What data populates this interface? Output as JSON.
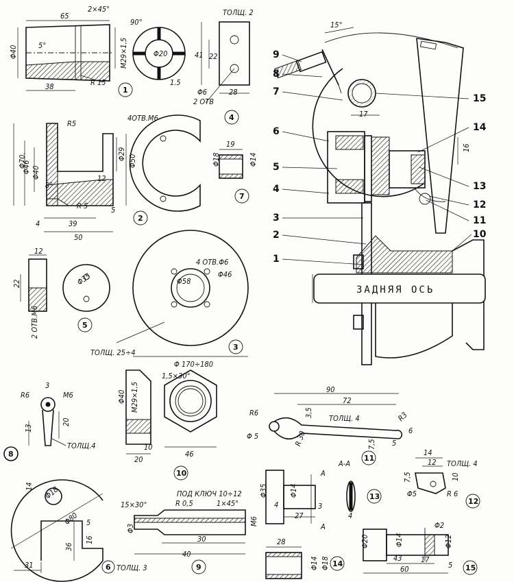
{
  "axle_label": "ЗАДНЯЯ ОСЬ",
  "callouts": [
    "1",
    "2",
    "3",
    "4",
    "5",
    "6",
    "7",
    "8",
    "9",
    "10",
    "11",
    "12",
    "13",
    "14",
    "15"
  ],
  "parts": {
    "p1": {
      "num": "1",
      "dims": [
        "65",
        "2×45°",
        "Φ40",
        "5°",
        "M29×1,5",
        "38",
        "R 15"
      ]
    },
    "p2": {
      "num": "2",
      "dims": [
        "R5",
        "Φ70.",
        "Φ46",
        "Φ40",
        "Φ29",
        "Φ50",
        "8°",
        "12",
        "R 5",
        "5",
        "4",
        "39",
        "50"
      ]
    },
    "p3": {
      "num": "3",
      "dims": [
        "4 ОТВ.Φ6",
        "Φ58",
        "Φ46",
        "ТОЛЩ. 25÷4",
        "Φ 170÷180"
      ]
    },
    "p4": {
      "num": "4",
      "dims": [
        "ТОЛЩ. 2",
        "41",
        "22",
        "Φ6",
        "28",
        "2 ОТВ"
      ]
    },
    "p5": {
      "num": "5",
      "dims": [
        "12",
        "22",
        "Φ35",
        "2 ОТВ.М6"
      ]
    },
    "p6": {
      "num": "6",
      "dims": [
        "14",
        "Φ18",
        "Φ80",
        "5",
        "16",
        "36",
        "31",
        "ТОЛЩ. 3"
      ]
    },
    "p7": {
      "num": "7",
      "dims": [
        "19",
        "Φ18",
        "Φ14"
      ]
    },
    "p7a": {
      "dims": [
        "90°",
        "Φ20",
        "1.5"
      ]
    },
    "p7b": {
      "dims": [
        "4ОТВ.М6"
      ]
    },
    "p8": {
      "num": "8",
      "dims": [
        "3",
        "R6",
        "M6",
        "13",
        "20",
        "ТОЛЩ.4"
      ]
    },
    "p9": {
      "num": "9",
      "dims": [
        "15×30°",
        "ПОД КЛЮЧ 10÷12",
        "R 0,5",
        "1×45°",
        "Φ3",
        "M6",
        "30",
        "40"
      ]
    },
    "p10": {
      "num": "10",
      "dims": [
        "1,5×30°",
        "Φ40",
        "M29×1,5",
        "10",
        "20",
        "46"
      ]
    },
    "p11": {
      "num": "11",
      "dims": [
        "90",
        "72",
        "R6",
        "3,5",
        "ТОЛЩ. 4",
        "R3",
        "6",
        "Φ 5",
        "R 30",
        "7,5",
        "5"
      ]
    },
    "p12": {
      "num": "12",
      "dims": [
        "14",
        "12",
        "ТОЛЩ. 4",
        "7,5",
        "10",
        "Φ5",
        "R 6"
      ]
    },
    "p13": {
      "num": "13",
      "dims": [
        "A-A",
        "A",
        "A",
        "Φ35",
        "Φ14",
        "4",
        "27",
        "3",
        "4"
      ]
    },
    "p14": {
      "num": "14",
      "dims": [
        "28",
        "Φ14",
        "Φ18"
      ]
    },
    "p15": {
      "num": "15",
      "dims": [
        "Φ2",
        "Φ20",
        "Φ14",
        "Φ12",
        "43",
        "17",
        "5",
        "60"
      ]
    },
    "asm": {
      "dims": [
        "15°",
        "17",
        "16"
      ]
    }
  }
}
